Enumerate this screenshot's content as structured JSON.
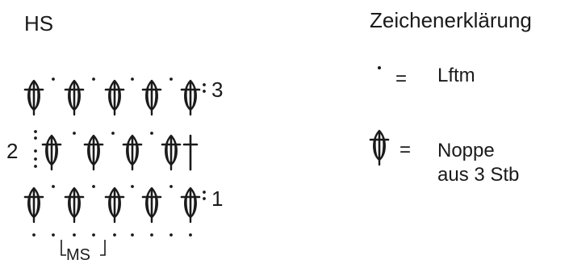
{
  "diagram": {
    "title": "HS",
    "row_labels": {
      "row3": "3",
      "row2": "2",
      "row1": "1"
    },
    "repeat_label": "MS",
    "legend": {
      "title": "Zeichenerklärung",
      "equals": "=",
      "chain": {
        "symbol": "chain-dot-icon",
        "label": "Lftm"
      },
      "popcorn": {
        "symbol": "popcorn-stitch-icon",
        "label_line1": "Noppe",
        "label_line2": "aus 3 Stb"
      }
    },
    "rows": [
      {
        "row": 3,
        "stitches": [
          "popcorn",
          "popcorn",
          "popcorn",
          "popcorn",
          "popcorn"
        ]
      },
      {
        "row": 2,
        "stitches": [
          "popcorn",
          "popcorn",
          "popcorn",
          "popcorn",
          "treble"
        ]
      },
      {
        "row": 1,
        "stitches": [
          "popcorn",
          "popcorn",
          "popcorn",
          "popcorn",
          "popcorn"
        ]
      }
    ],
    "foundation_chain_count": 9,
    "ink_color": "#1a1a1a"
  }
}
